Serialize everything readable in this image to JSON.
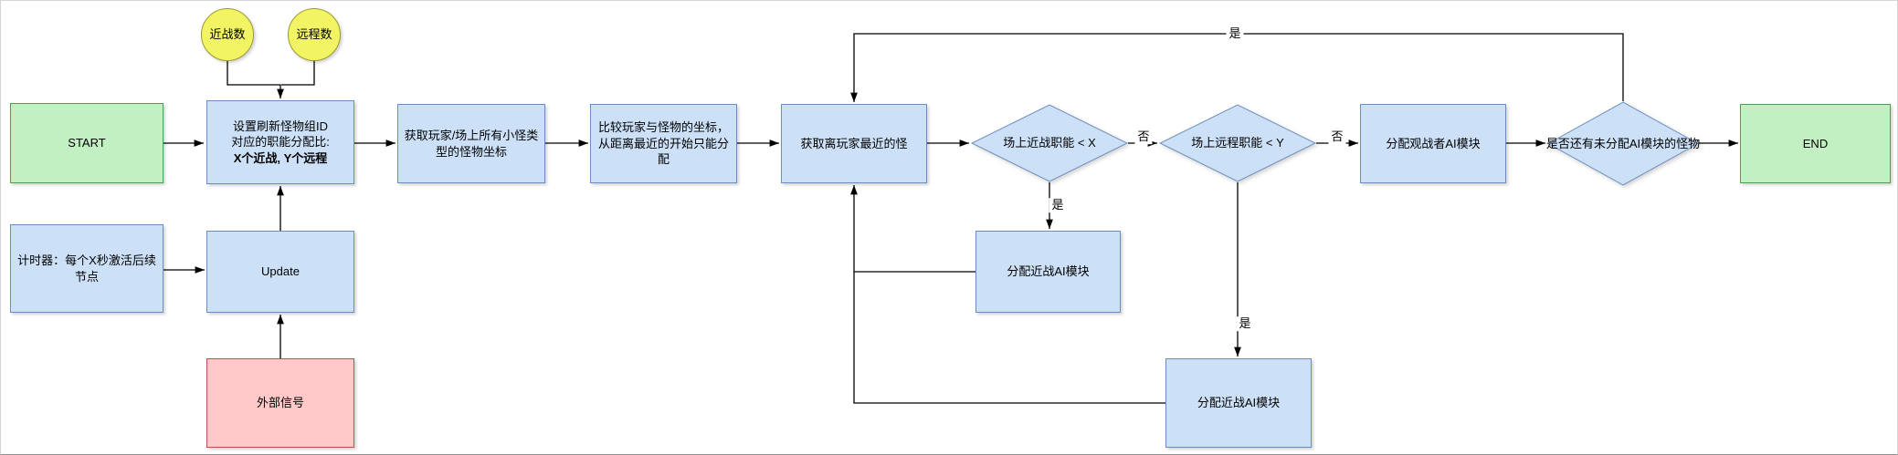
{
  "nodes": {
    "start": {
      "label": "START"
    },
    "melee_count": {
      "label": "近战数"
    },
    "ranged_count": {
      "label": "远程数"
    },
    "setup": {
      "label": "设置刷新怪物组ID\n对应的职能分配比:",
      "label_bold": "X个近战, Y个远程"
    },
    "get_coords": {
      "label": "获取玩家/场上所有小怪类型的怪物坐标"
    },
    "compare": {
      "label": "比较玩家与怪物的坐标，从距离最近的开始只能分配"
    },
    "get_nearest": {
      "label": "获取离玩家最近的怪"
    },
    "melee_check": {
      "label": "场上近战职能 < X"
    },
    "ranged_check": {
      "label": "场上远程职能 < Y"
    },
    "assign_observer": {
      "label": "分配观战者AI模块"
    },
    "remaining_check": {
      "label": "是否还有未分配AI模块的怪物"
    },
    "end": {
      "label": "END"
    },
    "timer": {
      "label": "计时器：每个X秒激活后续节点"
    },
    "update": {
      "label": "Update"
    },
    "external_signal": {
      "label": "外部信号"
    },
    "assign_melee_1": {
      "label": "分配近战AI模块"
    },
    "assign_melee_2": {
      "label": "分配近战AI模块"
    }
  },
  "labels": {
    "yes_top": "是",
    "no_melee": "否",
    "no_ranged": "否",
    "yes_melee": "是",
    "yes_ranged": "是"
  },
  "colors": {
    "process_fill": "#cce0f7",
    "process_border": "#6c8ebf",
    "terminal_fill": "#c2f0c2",
    "terminal_border": "#4f9e4f",
    "signal_fill": "#ffc9c9",
    "signal_border": "#b85450",
    "count_fill": "#f2f463",
    "count_border": "#9b9b33",
    "edge": "#000000"
  }
}
